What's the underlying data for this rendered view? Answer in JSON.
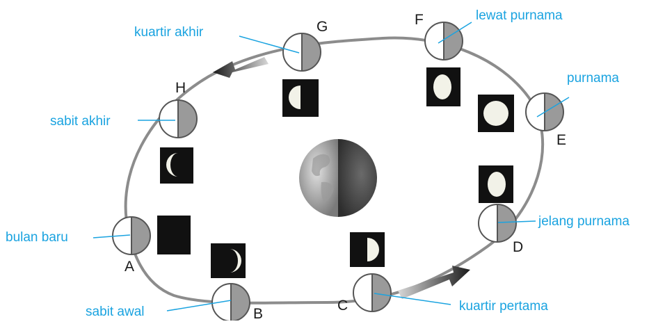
{
  "positions": [
    {
      "letter": "A",
      "label": "bulan baru"
    },
    {
      "letter": "B",
      "label": "sabit awal"
    },
    {
      "letter": "C",
      "label": "kuartir pertama"
    },
    {
      "letter": "D",
      "label": "jelang purnama"
    },
    {
      "letter": "E",
      "label": "purnama"
    },
    {
      "letter": "F",
      "label": "lewat purnama"
    },
    {
      "letter": "G",
      "label": "kuartir akhir"
    },
    {
      "letter": "H",
      "label": "sabit akhir"
    }
  ],
  "colors": {
    "label": "#1aa3e0",
    "orbit": "#8c8c8c",
    "moon_dark": "#9a9a9a",
    "moon_light": "#ffffff",
    "box": "#111111",
    "moon_glow": "#f2f2e8",
    "earth_day": "#b4b4b4",
    "earth_night": "#555555"
  }
}
